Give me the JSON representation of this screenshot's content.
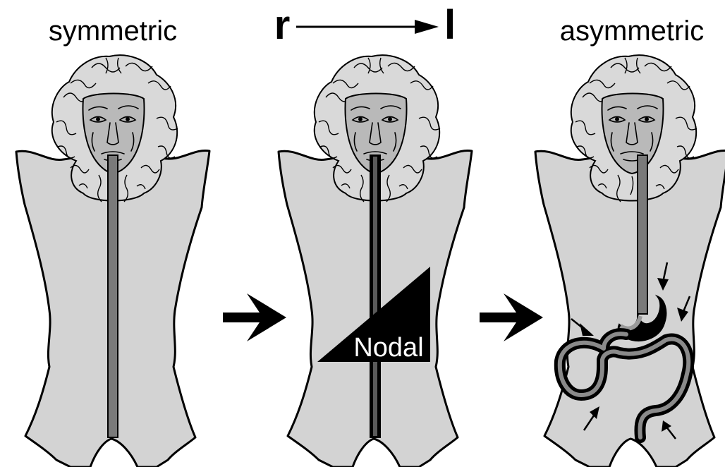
{
  "stages": [
    {
      "title": "symmetric"
    },
    {
      "title": ""
    },
    {
      "title": "asymmetric"
    }
  ],
  "axis": {
    "left": "r",
    "right": "l"
  },
  "signal": {
    "label": "Nodal"
  },
  "colors": {
    "body": "#d3d3d3",
    "outline": "#000000",
    "gut_tube": "#7a7a7a",
    "signal": "#000000"
  },
  "icons": [
    "stage-arrow-icon",
    "pressure-arrow-icon"
  ]
}
